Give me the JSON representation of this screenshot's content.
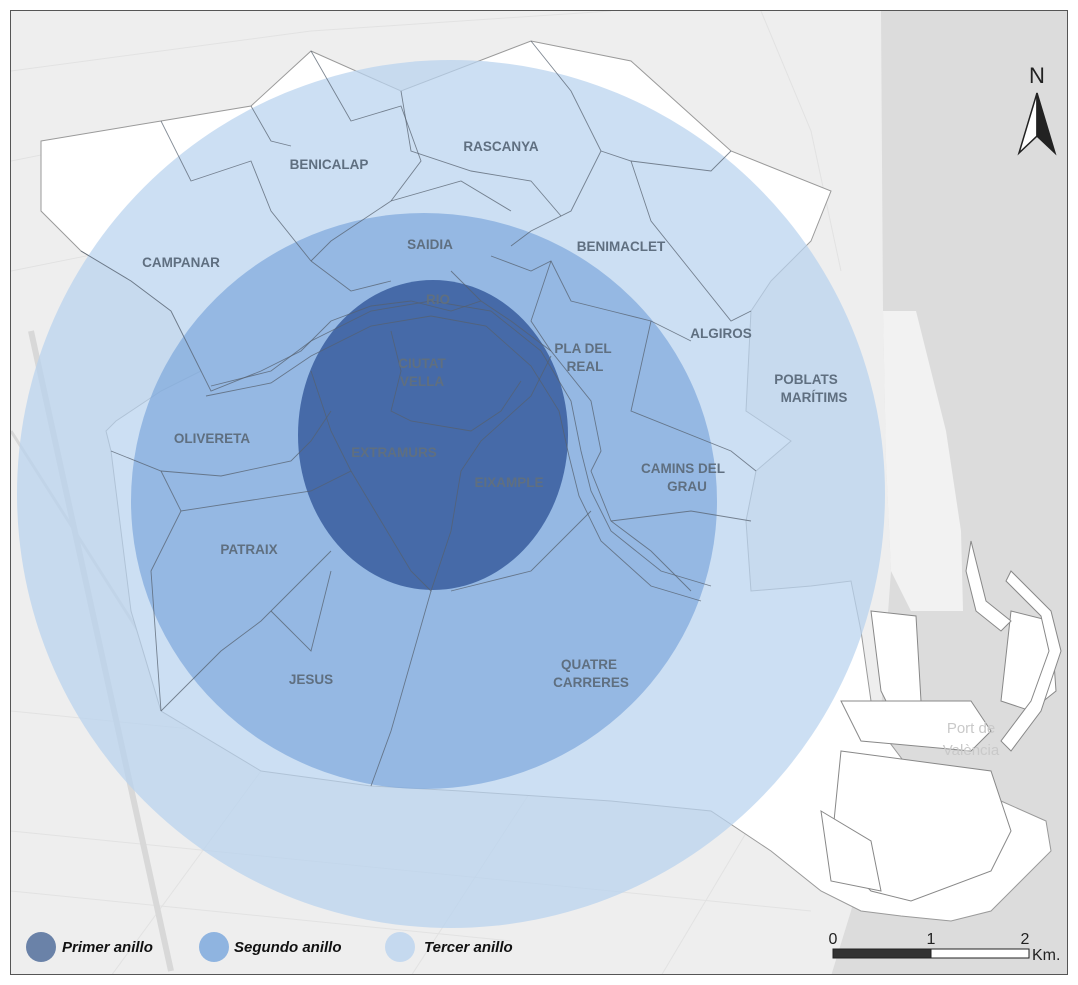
{
  "map": {
    "districts": [
      {
        "id": "benicalap",
        "lines": [
          "BENICALAP"
        ]
      },
      {
        "id": "rascanya",
        "lines": [
          "RASCANYA"
        ]
      },
      {
        "id": "campanar",
        "lines": [
          "CAMPANAR"
        ]
      },
      {
        "id": "saidia",
        "lines": [
          "SAIDIA"
        ]
      },
      {
        "id": "benimaclet",
        "lines": [
          "BENIMACLET"
        ]
      },
      {
        "id": "rio",
        "lines": [
          "RIO"
        ]
      },
      {
        "id": "ciutat-vella",
        "lines": [
          "CIUTAT",
          "VELLA"
        ]
      },
      {
        "id": "pla-del-real",
        "lines": [
          "PLA DEL",
          "REAL"
        ]
      },
      {
        "id": "algiros",
        "lines": [
          "ALGIROS"
        ]
      },
      {
        "id": "poblats-maritims",
        "lines": [
          "POBLATS",
          "MARÍTIMS"
        ]
      },
      {
        "id": "olivereta",
        "lines": [
          "OLIVERETA"
        ]
      },
      {
        "id": "extramurs",
        "lines": [
          "EXTRAMURS"
        ]
      },
      {
        "id": "eixample",
        "lines": [
          "EIXAMPLE"
        ]
      },
      {
        "id": "camins-del-grau",
        "lines": [
          "CAMINS DEL",
          "GRAU"
        ]
      },
      {
        "id": "patraix",
        "lines": [
          "PATRAIX"
        ]
      },
      {
        "id": "jesus",
        "lines": [
          "JESUS"
        ]
      },
      {
        "id": "quatre-carreres",
        "lines": [
          "QUATRE",
          "CARRERES"
        ]
      }
    ],
    "port_label": [
      "Port de",
      "València"
    ]
  },
  "rings": [
    {
      "id": "primer",
      "label": "Primer anillo",
      "color": "#2f5597"
    },
    {
      "id": "segundo",
      "label": "Segundo anillo",
      "color": "#7fa9dc"
    },
    {
      "id": "tercer",
      "label": "Tercer anillo",
      "color": "#b9d2ee"
    }
  ],
  "legend": {
    "items": [
      {
        "label": "Primer anillo",
        "color": "#6a82a8"
      },
      {
        "label": "Segundo anillo",
        "color": "#8fb4e0"
      },
      {
        "label": "Tercer anillo",
        "color": "#c5d9ef"
      }
    ]
  },
  "north_arrow": {
    "label": "N",
    "icon": "north-arrow-icon"
  },
  "scale_bar": {
    "ticks": [
      "0",
      "1",
      "2"
    ],
    "unit": "Km."
  },
  "colors": {
    "land": "#efefef",
    "sea": "#dddddd",
    "city_boundary_fill": "#ffffff"
  }
}
